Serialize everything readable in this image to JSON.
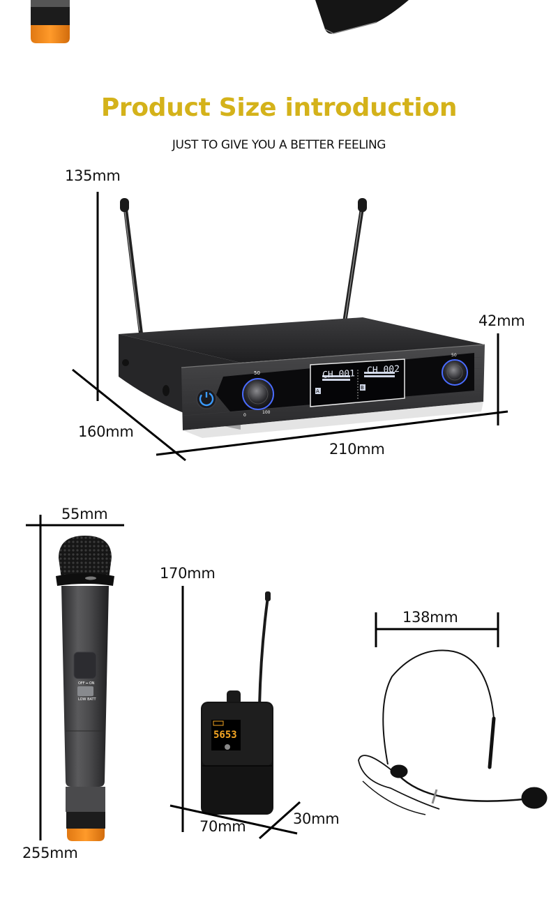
{
  "header": {
    "title": "Product Size introduction",
    "subtitle": "JUST TO GIVE YOU A BETTER FEELING",
    "title_color": "#d4b21a"
  },
  "receiver": {
    "dimensions": {
      "height": "135mm",
      "front_height": "42mm",
      "depth": "160mm",
      "width": "210mm"
    },
    "display": {
      "channel_a_badge": "A",
      "channel_a": "CH 001",
      "channel_b_badge": "B",
      "channel_b": "CH 002"
    },
    "knob_scale": {
      "top": "50",
      "min": "0",
      "max": "100"
    },
    "colors": {
      "body": "#2e2e30",
      "power_led": "#3a9bff"
    }
  },
  "handheld_mic": {
    "dimensions": {
      "width": "55mm",
      "length": "255mm"
    },
    "labels": {
      "switch": "OFF ━ ON",
      "low_batt": "LOW BATT"
    },
    "colors": {
      "cap": "#f28a1a",
      "body": "#4a4a4c"
    }
  },
  "bodypack": {
    "dimensions": {
      "height": "170mm",
      "width": "70mm",
      "depth": "30mm"
    },
    "display_value": "5653",
    "display_color": "#f5a623"
  },
  "headset": {
    "dimensions": {
      "width": "138mm"
    }
  },
  "footer": {
    "truncated_text": "▁▂▁▂▁ ▁▂ ▁▂▁▂▁ ▁▂▁▂▁▂"
  }
}
